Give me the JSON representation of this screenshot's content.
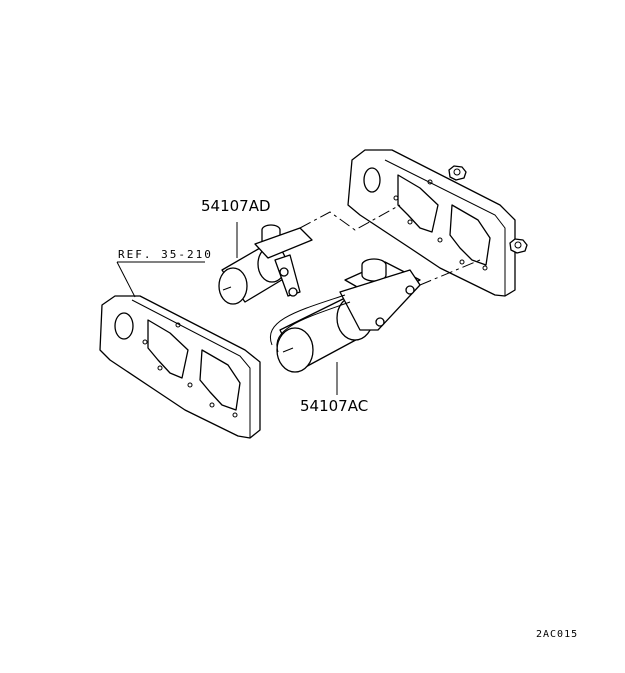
{
  "labels": {
    "part_upper": "54107AD",
    "part_lower": "54107AC",
    "reference": "REF. 35-210",
    "diagram_code": "2AC015"
  }
}
